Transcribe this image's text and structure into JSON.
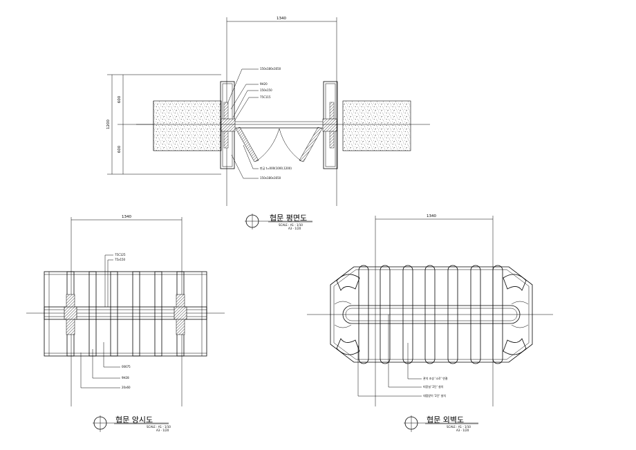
{
  "plan": {
    "dim_width": "1340",
    "dim_height": "1200",
    "dim_upper": "600",
    "dim_lower": "600",
    "labels": [
      "150x180x1650",
      "9H20",
      "150x150",
      "75C115",
      "판금 t=000(1000,1200)",
      "150x180x1650"
    ],
    "title": "협문 평면도",
    "scale_1": "SCALE : A1 - 1/10",
    "scale_2": "A3 - 1/20"
  },
  "elevation": {
    "dim_width": "1340",
    "labels": [
      "75C125",
      "75x150",
      "00675",
      "9H28",
      "20x60"
    ],
    "title": "협문 앙시도",
    "scale_1": "SCALE : A1 - 1/10",
    "scale_2": "A3 - 1/20"
  },
  "back": {
    "dim_width": "1340",
    "labels": [
      "관석 조성 '소로' 연결",
      "띠장널 '2단' 설치",
      "대접받이 '2단' 설치"
    ],
    "title": "협문 외벽도",
    "scale_1": "SCALE : A1 - 1/10",
    "scale_2": "A3 - 1/20"
  }
}
